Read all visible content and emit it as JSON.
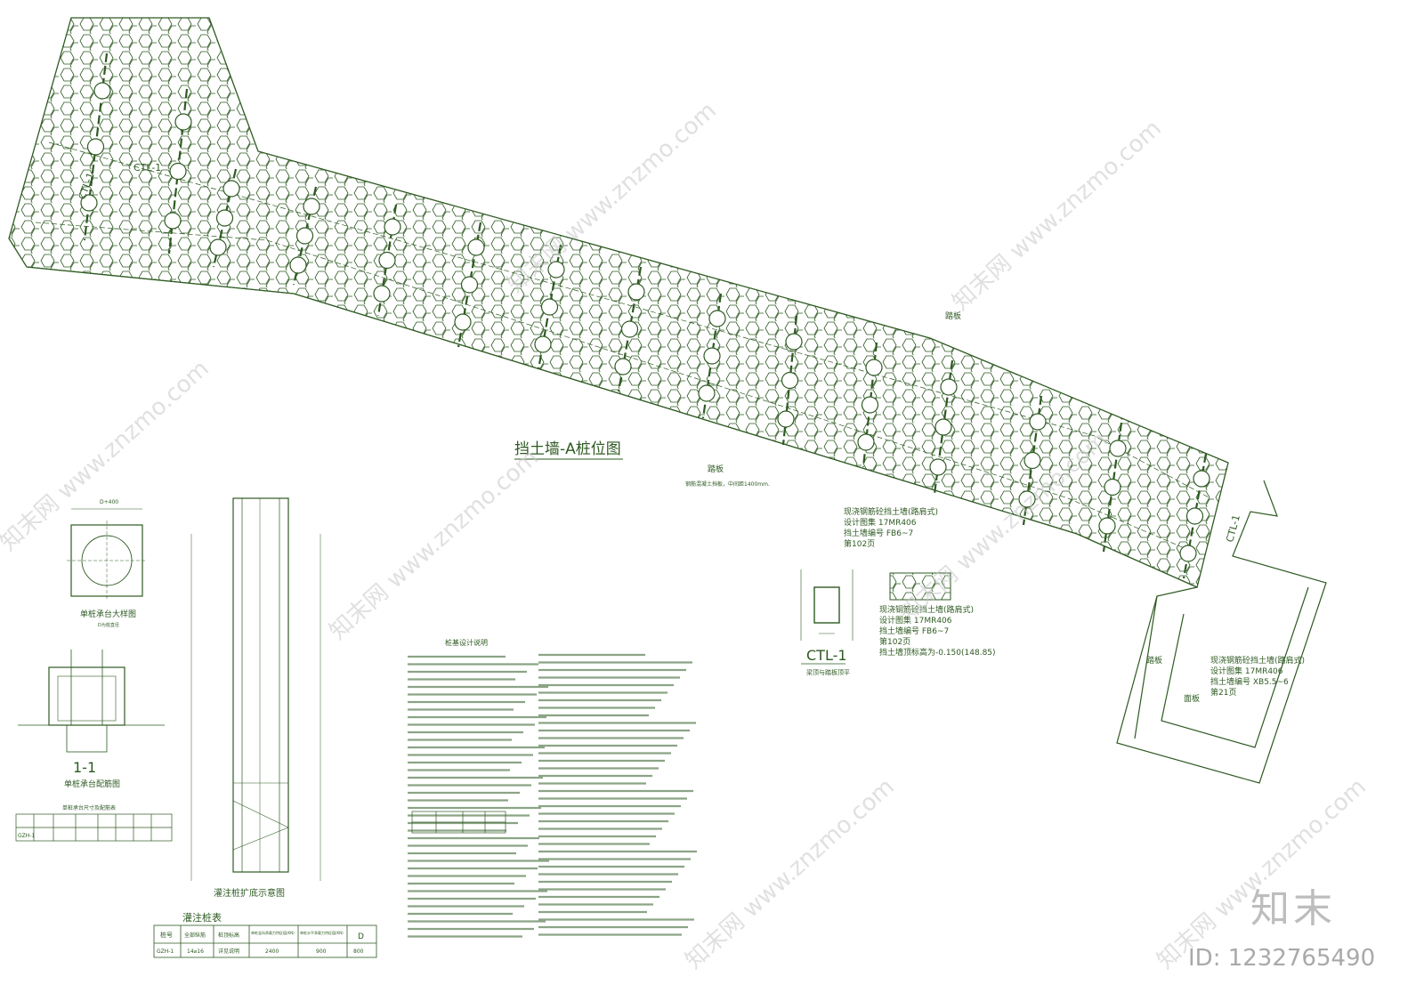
{
  "drawing": {
    "title": "挡土墙-A桩位图",
    "labels": {
      "slab_top": "踏板",
      "slab_mid": "踏板",
      "slab_right1": "踏板",
      "slab_right2": "面板",
      "ctl_top": "CTL-1",
      "ctl_left": "CTL-1",
      "ctl_right": "CTL-1",
      "bottom_note": "钢筋混凝土挡板，中间距1400mm."
    },
    "callouts": {
      "wall_a": {
        "title": "现浇钢筋砼挡土墙(路肩式)",
        "atlas": "设计图集 17MR406",
        "code": "挡土墙编号 FB6~7",
        "page": "第102页"
      },
      "wall_b": {
        "title": "现浇钢筋砼挡土墙(路肩式)",
        "atlas": "设计图集 17MR406",
        "code": "挡土墙编号 FB6~7",
        "page": "第102页",
        "elev": "挡土墙顶标高为-0.150(148.85)"
      },
      "wall_c": {
        "title": "现浇钢筋砼挡土墙(路肩式)",
        "atlas": "设计图集 17MR406",
        "code": "挡土墙编号 XB5.5~6",
        "page": "第21页"
      }
    },
    "details": {
      "cap_plan_title": "单桩承台大样图",
      "cap_plan_dim": "D+400",
      "cap_plan_sub": "D为桩直径",
      "section_mark": "1-1",
      "cap_section_title": "单桩承台配筋图",
      "pile_title": "灌注桩扩底示意图",
      "ctl_title": "CTL-1",
      "ctl_sub": "梁顶与踏板顶平",
      "notes_title": "桩基设计说明"
    },
    "pile_table": {
      "title": "灌注桩表",
      "headers": [
        "桩号",
        "全部纵筋",
        "桩顶标高",
        "单桩竖向承载力特征值(KN)",
        "单桩水平承载力特征值(KN)",
        "D"
      ],
      "row": [
        "GZH-1",
        "14⌀16",
        "详见说明",
        "2400",
        "900",
        "800"
      ]
    },
    "small_table": {
      "title": "单桩承台尺寸及配筋表",
      "row_id": "GZH-1"
    }
  },
  "branding": {
    "watermark": "知末网 www.znzmo.com",
    "logo": "知末",
    "id": "ID: 1232765490"
  },
  "colors": {
    "line": "#2e5a22",
    "watermark": "#c8c8c8"
  }
}
